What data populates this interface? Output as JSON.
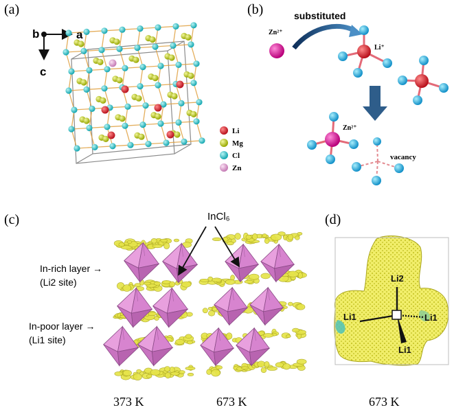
{
  "panels": {
    "a": {
      "label": "(a)",
      "axes": {
        "b": "b",
        "a": "a",
        "c": "c"
      },
      "legend": [
        {
          "key": "li",
          "label": "Li",
          "color": "#e0242e"
        },
        {
          "key": "mg",
          "label": "Mg",
          "color": "#c8d400"
        },
        {
          "key": "cl",
          "label": "Cl",
          "color": "#1fc4c4"
        },
        {
          "key": "zn",
          "label": "Zn",
          "color": "#e3a9d6"
        }
      ]
    },
    "b": {
      "label": "(b)",
      "arrow_text": "substituted",
      "zn_label_1": "Zn²⁺",
      "li_label": "Li⁺",
      "zn_label_2": "Zn²⁺",
      "vacancy_label": "vacancy"
    },
    "c": {
      "label": "(c)",
      "incl6_label": "InCl₆",
      "in_rich_line1": "In-rich layer →",
      "in_rich_line2": "(Li2 site)",
      "in_poor_line1": "In-poor layer →",
      "in_poor_line2": "(Li1 site)",
      "temp_left": "373 K",
      "temp_right": "673 K"
    },
    "d": {
      "label": "(d)",
      "sites": [
        "Li2",
        "Li1",
        "Li1",
        "Li1"
      ],
      "temp": "673 K"
    }
  },
  "colors": {
    "li": "#e0242e",
    "mg": "#c8d400",
    "cl": "#1fc4c4",
    "zn": "#e3a9d6",
    "zn_ion": "#e0109a",
    "ligand": "#20b4e0",
    "octahedron": "#e48fd6",
    "density": "#e2e24a",
    "arrow_blue": "#2e5d8a"
  }
}
